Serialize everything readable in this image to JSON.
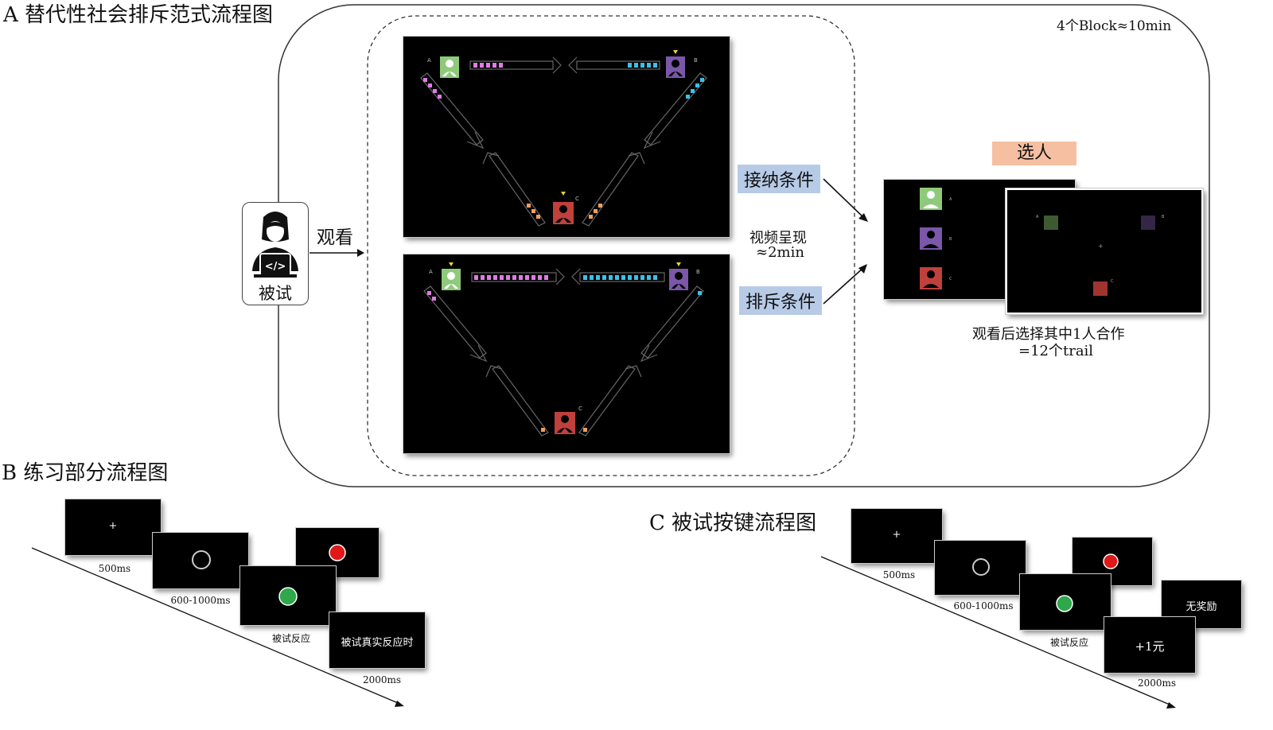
{
  "panel_a": {
    "title": "A 替代性社会排斥范式流程图",
    "block_info": "4个Block≈10min",
    "participant_label": "被试",
    "watch_label": "观看",
    "video_info_line1": "视频呈现",
    "video_info_line2": "≈2min",
    "accept_condition": "接纳条件",
    "exclude_condition": "排斥条件",
    "select_label": "选人",
    "select_info_line1": "观看后选择其中1人合作",
    "select_info_line2": "=12个trail",
    "player_labels": [
      "A",
      "B",
      "C"
    ]
  },
  "panel_b": {
    "title": "B 练习部分流程图",
    "durations": [
      "500ms",
      "600-1000ms",
      "被试反应",
      "2000ms"
    ],
    "feedback_text": "被试真实反应时"
  },
  "panel_c": {
    "title": "C 被试按键流程图",
    "durations": [
      "500ms",
      "600-1000ms",
      "被试反应",
      "2000ms"
    ],
    "no_reward_text": "无奖励",
    "reward_text": "+1元"
  },
  "colors": {
    "player_a": "#8fc97a",
    "player_b": "#7a57a8",
    "player_c": "#c0403c",
    "ball_a": "#e07be6",
    "ball_b": "#3bc0e8",
    "ball_c": "#f0a060",
    "green_circle": "#2ea84a",
    "red_circle": "#e01818",
    "select_bg": "#f6bfa1",
    "condition_bg": "#b7cbe7"
  }
}
